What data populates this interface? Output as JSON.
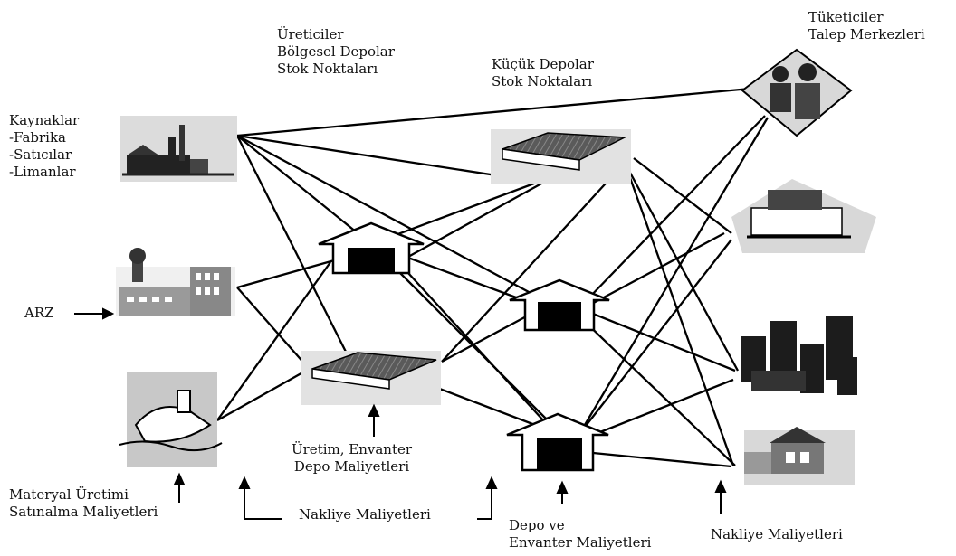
{
  "labels": {
    "producers": [
      "Üreticiler",
      "Bölgesel Depolar",
      "Stok Noktaları"
    ],
    "small_depots": [
      "Küçük Depolar",
      "Stok Noktaları"
    ],
    "consumers": [
      "Tüketiciler",
      "Talep Merkezleri"
    ],
    "sources": [
      "Kaynaklar",
      "-Fabrika",
      "-Satıcılar",
      "-Limanlar"
    ],
    "supply": "ARZ",
    "prod_cost": [
      "Üretim, Envanter",
      "Depo Maliyetleri"
    ],
    "material_cost": [
      "Materyal Üretimi",
      "Satınalma Maliyetleri"
    ],
    "transport_cost_1": "Nakliye Maliyetleri",
    "depot_cost": [
      "Depo ve",
      "Envanter Maliyetleri"
    ],
    "transport_cost_2": "Nakliye Maliyetleri"
  }
}
